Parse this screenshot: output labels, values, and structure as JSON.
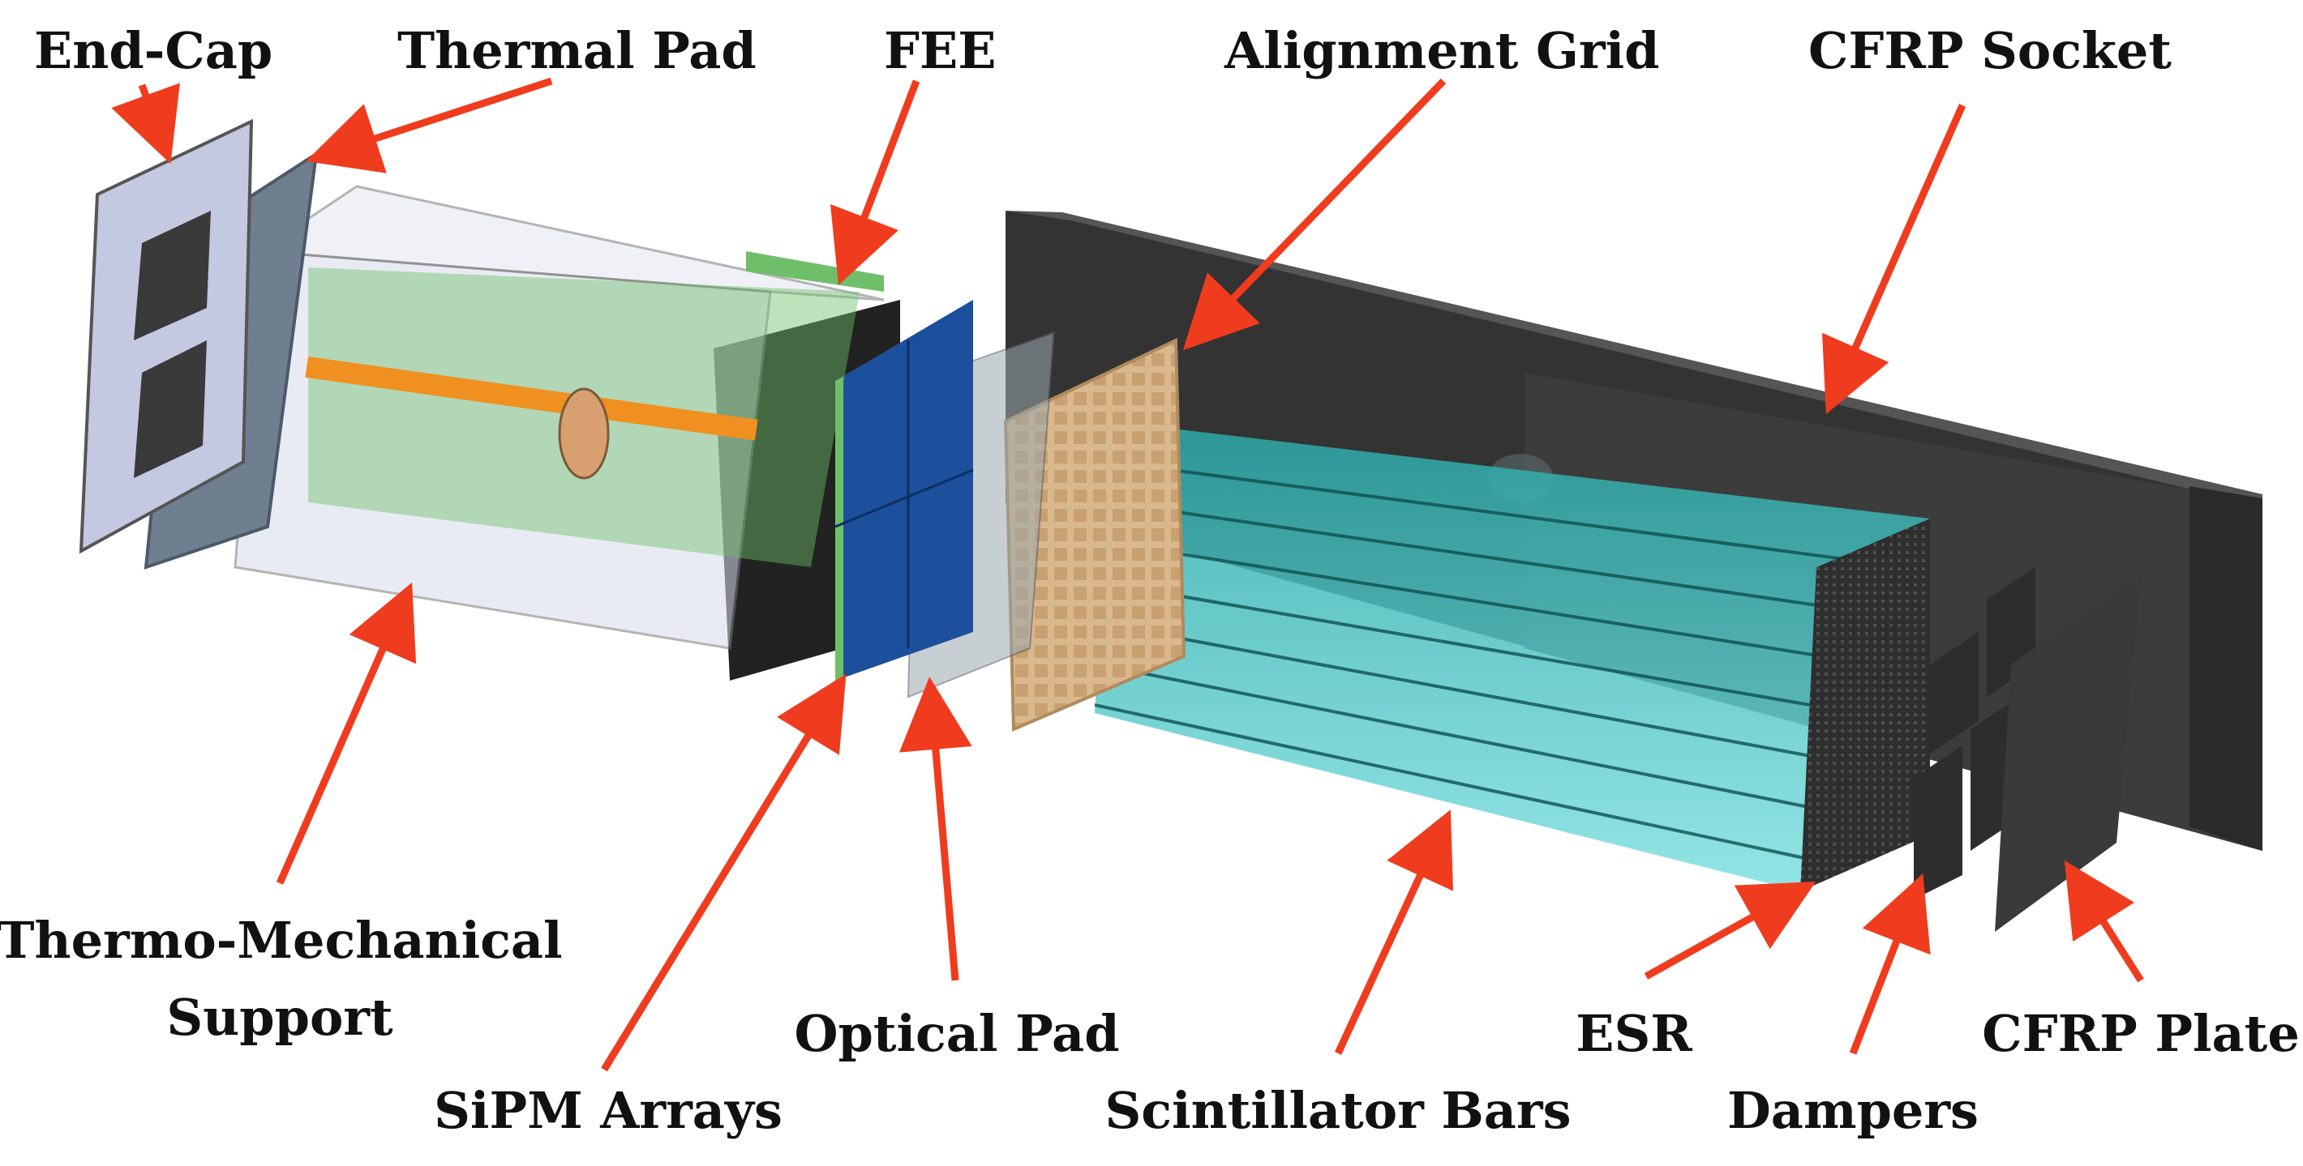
{
  "labels": {
    "end_cap": "End-Cap",
    "thermal_pad": "Thermal Pad",
    "fee": "FEE",
    "alignment_grid": "Alignment Grid",
    "cfrp_socket": "CFRP Socket",
    "thermo_mech_1": "Thermo-Mechanical",
    "thermo_mech_2": "Support",
    "sipm_arrays": "SiPM Arrays",
    "optical_pad": "Optical Pad",
    "scintillator_bars": "Scintillator Bars",
    "esr": "ESR",
    "dampers": "Dampers",
    "cfrp_plate": "CFRP Plate"
  },
  "colors": {
    "arrow": "#f03c1e",
    "socket": "#3a3a3a",
    "socket_top": "#4a4a4a",
    "scintillator": "#22c6c6",
    "sipm": "#1c4f9c",
    "fee_board": "#6fbf6a",
    "alignment_grid": "#e0c09a",
    "tube": "#f09020",
    "endcap": "#b8bcd8"
  }
}
